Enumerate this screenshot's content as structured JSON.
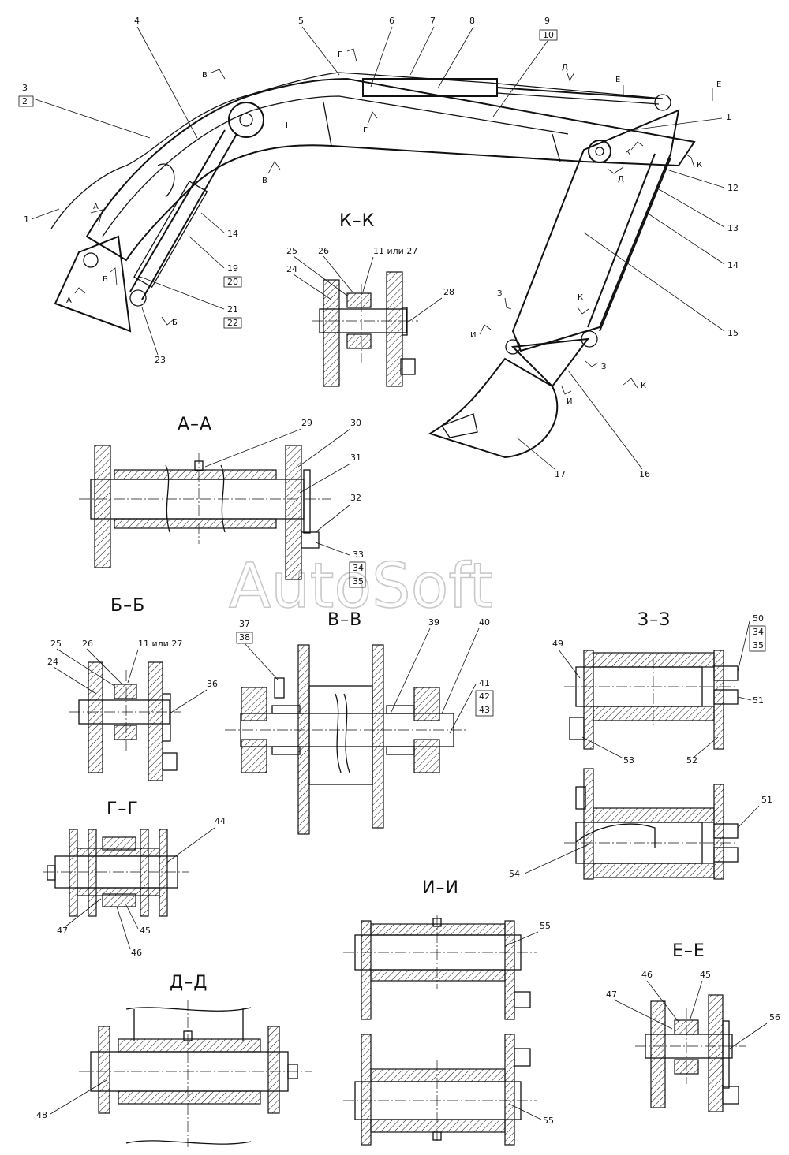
{
  "section_titles": {
    "kk": "К–К",
    "aa": "А–А",
    "bb": "Б–Б",
    "vv": "В–В",
    "zz": "З–З",
    "gg": "Г–Г",
    "ii": "И–И",
    "dd": "Д–Д",
    "ee": "Е–Е"
  },
  "watermark": "AutoSoft",
  "callouts": {
    "c1": "1",
    "c1b": "1",
    "c2": "2",
    "c3": "3",
    "c4": "4",
    "c5": "5",
    "c6": "6",
    "c7": "7",
    "c8": "8",
    "c9": "9",
    "c10": "10",
    "c12": "12",
    "c13": "13",
    "c14": "14",
    "c14b": "14",
    "c15": "15",
    "c16": "16",
    "c17": "17",
    "c19": "19",
    "c20": "20",
    "c21": "21",
    "c22": "22",
    "c23": "23",
    "kk24": "24",
    "kk25": "25",
    "kk26": "26",
    "kk11": "11 или 27",
    "kk28": "28",
    "aa29": "29",
    "aa30": "30",
    "aa31": "31",
    "aa32": "32",
    "aa33": "33",
    "aa34": "34",
    "aa35": "35",
    "bb25": "25",
    "bb26": "26",
    "bb24": "24",
    "bb11": "11 или 27",
    "bb36": "36",
    "vv37": "37",
    "vv38": "38",
    "vv39": "39",
    "vv40": "40",
    "vv41": "41",
    "vv42": "42",
    "vv43": "43",
    "zz49": "49",
    "zz50": "50",
    "zz34": "34",
    "zz35": "35",
    "zz51": "51",
    "zz53": "53",
    "zz52": "52",
    "zz51b": "51",
    "zz54": "54",
    "gg44": "44",
    "gg47": "47",
    "gg45": "45",
    "gg46": "46",
    "ii55": "55",
    "ii55b": "55",
    "dd48": "48",
    "ee46": "46",
    "ee45": "45",
    "ee47": "47",
    "ee56": "56"
  },
  "section_marks": {
    "m_v1": "В",
    "m_v2": "В",
    "m_g1": "Г",
    "m_g2": "Г",
    "m_d1": "Д",
    "m_d2": "Д",
    "m_e1": "Е",
    "m_e2": "Е",
    "m_a1": "А",
    "m_a2": "А",
    "m_b1": "Б",
    "m_b2": "Б",
    "m_k1": "К",
    "m_k2": "К",
    "m_k3": "К",
    "m_k4": "К",
    "m_z1": "З",
    "m_z2": "З",
    "m_i1": "И",
    "m_i2": "И",
    "m_body": "I"
  }
}
